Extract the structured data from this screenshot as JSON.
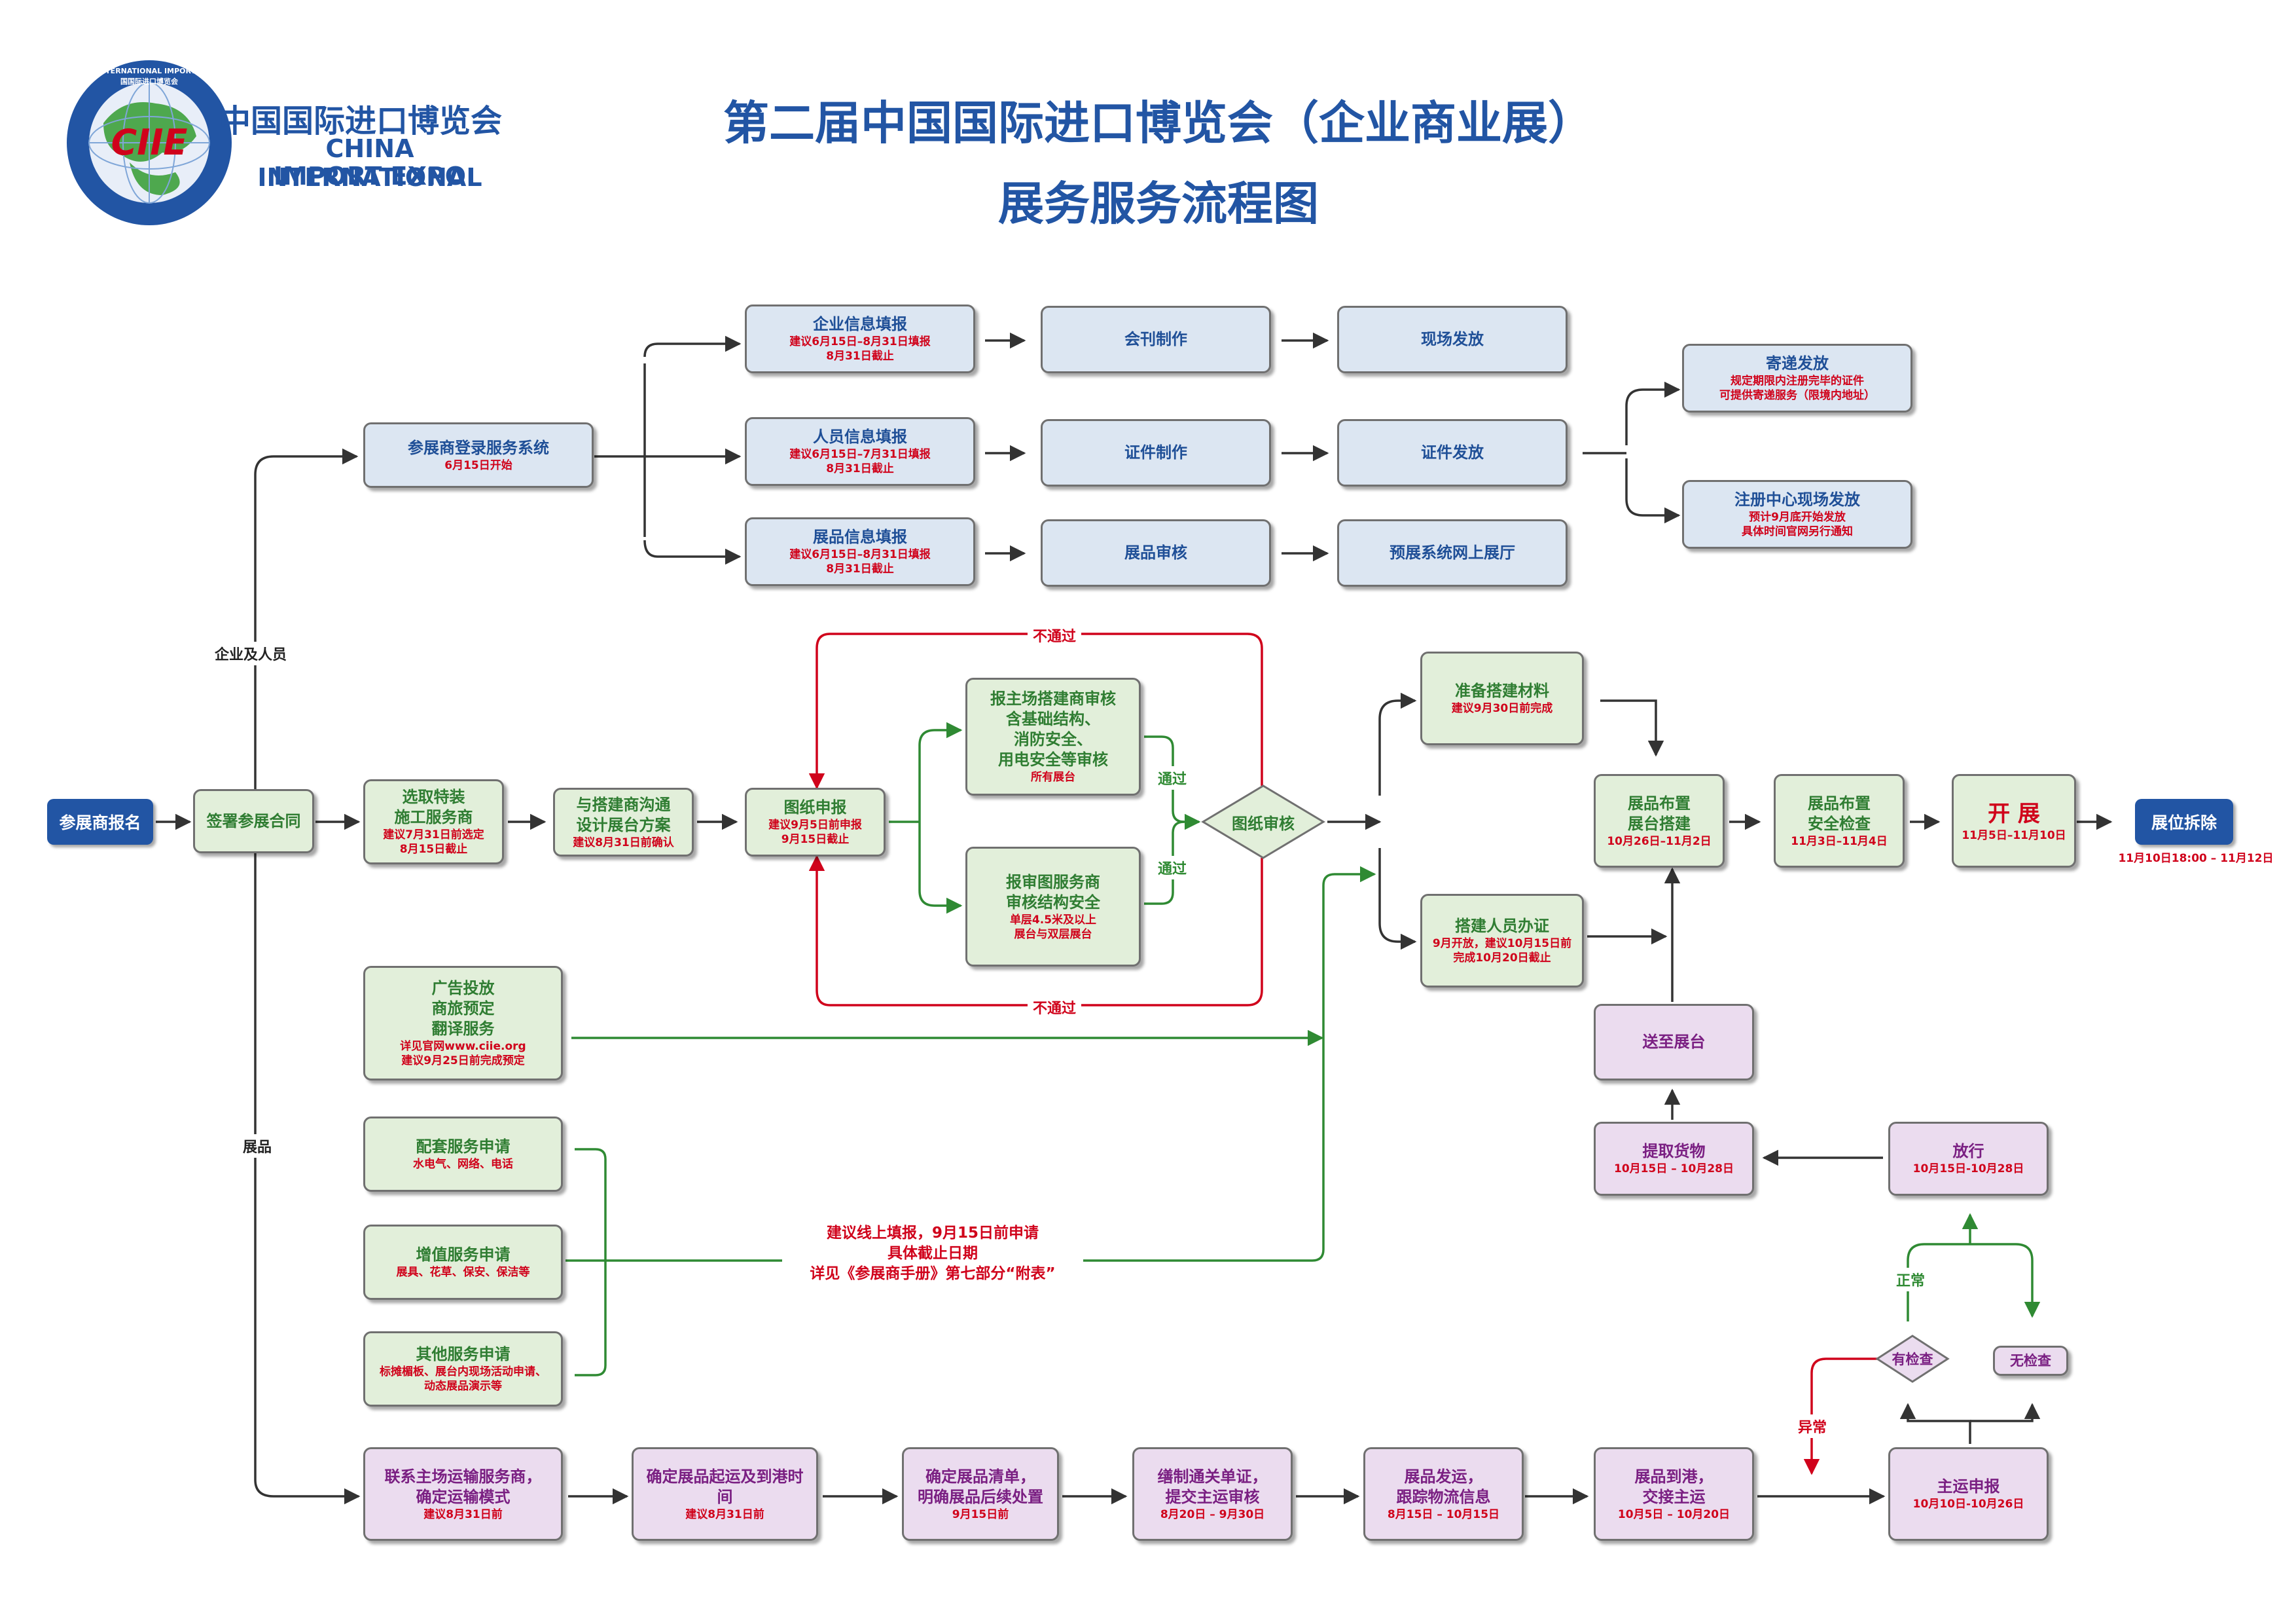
{
  "header": {
    "logo_cn": "中国国际进口博览会",
    "logo_en_line1": "CHINA INTERNATIONAL",
    "logo_en_line2": "IMPORT EXPO",
    "logo_mark": "CIIE",
    "logo_ring_text": "CHINA INTERNATIONAL IMPORT EXPO 中国国际进口博览会",
    "title_line1": "第二届中国国际进口博览会（企业商业展）",
    "title_line2": "展务服务流程图"
  },
  "colors": {
    "title_blue": "#2255a4",
    "red_note": "#d0021b",
    "green_flow": "#2f8a33",
    "arrow_dark": "#333333"
  },
  "nodes": {
    "register": "参展商报名",
    "contract": "签署参展合同",
    "login": {
      "title": "参展商登录服务系统",
      "note": "6月15日开始"
    },
    "company_info": {
      "title": "企业信息填报",
      "note1": "建议6月15日–8月31日填报",
      "note2": "8月31日截止"
    },
    "personnel_info": {
      "title": "人员信息填报",
      "note1": "建议6月15日–7月31日填报",
      "note2": "8月31日截止"
    },
    "exhibit_info": {
      "title": "展品信息填报",
      "note1": "建议6月15日–8月31日填报",
      "note2": "8月31日截止"
    },
    "catalog": "会刊制作",
    "cert_make": "证件制作",
    "exhibit_review": "展品审核",
    "onsite_issue": "现场发放",
    "cert_issue": "证件发放",
    "online_hall": "预展系统网上展厅",
    "mail_issue": {
      "title": "寄递发放",
      "note1": "规定期限内注册完毕的证件",
      "note2": "可提供寄递服务（限境内地址）"
    },
    "center_issue": {
      "title": "注册中心现场发放",
      "note1": "预计9月底开始发放",
      "note2": "具体时间官网另行通知"
    },
    "select_builder": {
      "title1": "选取特装",
      "title2": "施工服务商",
      "note1": "建议7月31日前选定",
      "note2": "8月15日截止"
    },
    "design": {
      "title1": "与搭建商沟通",
      "title2": "设计展台方案",
      "note": "建议8月31日前确认"
    },
    "drawing_submit": {
      "title": "图纸申报",
      "note1": "建议9月5日前申报",
      "note2": "9月15日截止"
    },
    "main_review": {
      "title1": "报主场搭建商审核",
      "title2": "含基础结构、",
      "title3": "消防安全、",
      "title4": "用电安全等审核",
      "note": "所有展台"
    },
    "structure_review": {
      "title1": "报审图服务商",
      "title2": "审核结构安全",
      "note1": "单层4.5米及以上",
      "note2": "展台与双层展台"
    },
    "drawing_audit": "图纸审核",
    "prep_material": {
      "title": "准备搭建材料",
      "note": "建议9月30日前完成"
    },
    "builder_pass": {
      "title": "搭建人员办证",
      "note1": "9月开放，建议10月15日前",
      "note2": "完成10月20日截止"
    },
    "booth_build": {
      "title1": "展品布置",
      "title2": "展台搭建",
      "note": "10月26日–11月2日"
    },
    "safety_check": {
      "title1": "展品布置",
      "title2": "安全检查",
      "note": "11月3日–11月4日"
    },
    "opening": {
      "title": "开 展",
      "note": "11月5日–11月10日"
    },
    "dismantle": {
      "title": "展位拆除",
      "note": "11月10日18:00 – 11月12日"
    },
    "ads": {
      "title1": "广告投放",
      "title2": "商旅预定",
      "title3": "翻译服务",
      "note1": "详见官网www.ciie.org",
      "note2": "建议9月25日前完成预定"
    },
    "support_service": {
      "title": "配套服务申请",
      "note": "水电气、网络、电话"
    },
    "value_service": {
      "title": "增值服务申请",
      "note": "展具、花草、保安、保洁等"
    },
    "other_service": {
      "title": "其他服务申请",
      "note1": "标摊楣板、展台内现场活动申请、",
      "note2": "动态展品演示等"
    },
    "service_note": {
      "line1": "建议线上填报，9月15日前申请",
      "line2": "具体截止日期",
      "line3": "详见《参展商手册》第七部分“附表”"
    },
    "deliver_booth": "送至展台",
    "pickup": {
      "title": "提取货物",
      "note": "10月15日 – 10月28日"
    },
    "release": {
      "title": "放行",
      "note": "10月15日-10月28日"
    },
    "inspect": "有检查",
    "no_inspect": "无检查",
    "transport_contact": {
      "title1": "联系主场运输服务商，",
      "title2": "确定运输模式",
      "note": "建议8月31日前"
    },
    "ship_time": {
      "title": "确定展品起运及到港时间",
      "note": "建议8月31日前"
    },
    "exhibit_list": {
      "title1": "确定展品清单，",
      "title2": "明确展品后续处置",
      "note": "9月15日前"
    },
    "customs": {
      "title1": "缮制通关单证，",
      "title2": "提交主运审核",
      "note": "8月20日 – 9月30日"
    },
    "shipping": {
      "title1": "展品发运，",
      "title2": "跟踪物流信息",
      "note": "8月15日 – 10月15日"
    },
    "arrival": {
      "title1": "展品到港，",
      "title2": "交接主运",
      "note": "10月5日 – 10月20日"
    },
    "declare": {
      "title": "主运申报",
      "note": "10月10日-10月26日"
    }
  },
  "labels": {
    "company_people": "企业及人员",
    "exhibits": "展品",
    "fail_top": "不通过",
    "fail_bottom": "不通过",
    "pass_top": "通过",
    "pass_bottom": "通过",
    "normal": "正常",
    "abnormal": "异常"
  }
}
